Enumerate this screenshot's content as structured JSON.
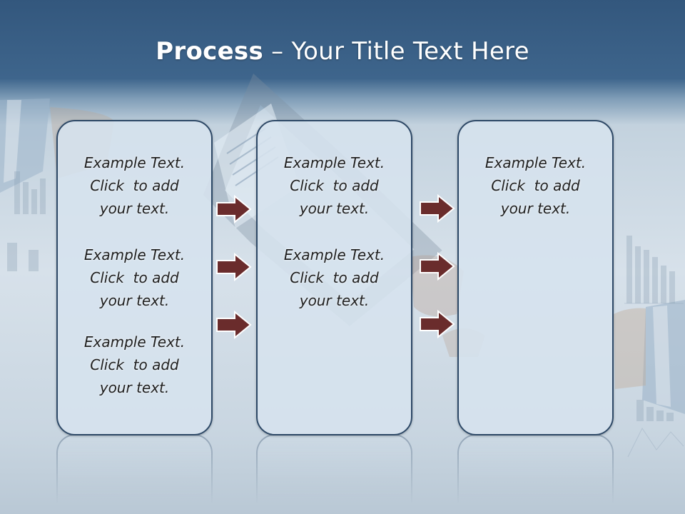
{
  "title": {
    "bold": "Process",
    "rest": " – Your Title Text Here"
  },
  "columns": [
    {
      "items": [
        {
          "line1": "Example Text.",
          "line2": "Click  to add",
          "line3": "your text."
        },
        {
          "line1": "Example Text.",
          "line2": "Click  to add",
          "line3": "your text."
        },
        {
          "line1": "Example Text.",
          "line2": "Click  to add",
          "line3": "your text."
        }
      ]
    },
    {
      "items": [
        {
          "line1": "Example Text.",
          "line2": "Click  to add",
          "line3": "your text."
        },
        {
          "line1": "Example Text.",
          "line2": "Click  to add",
          "line3": "your text."
        }
      ]
    },
    {
      "items": [
        {
          "line1": "Example Text.",
          "line2": "Click  to add",
          "line3": "your text."
        }
      ]
    }
  ],
  "colors": {
    "title_bar": "#33577d",
    "box_border": "#2d4866",
    "box_fill": "#d6e3ee",
    "arrow_fill": "#6a2c2c",
    "arrow_stroke": "#ffffff"
  },
  "icons": {
    "arrow": "right-arrow-icon"
  }
}
